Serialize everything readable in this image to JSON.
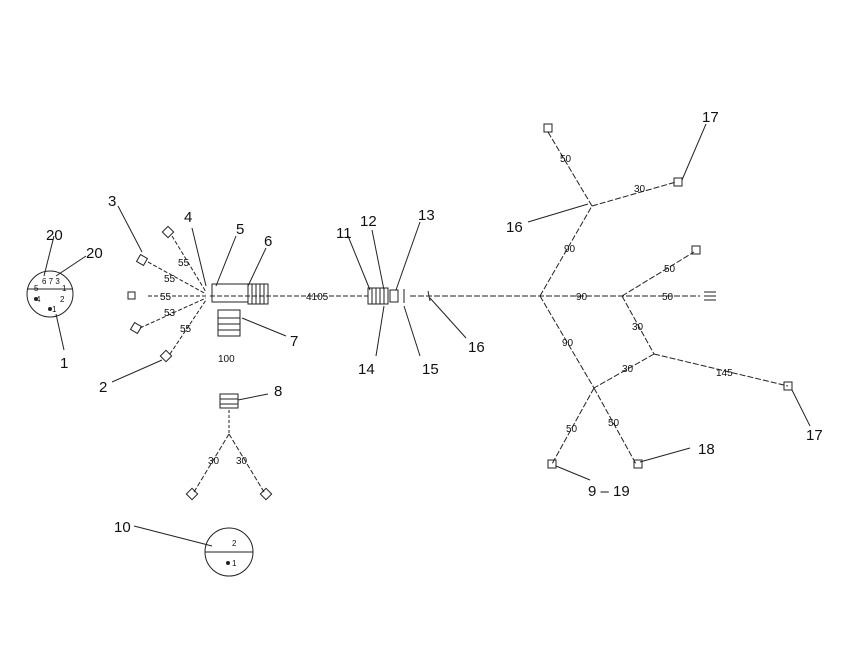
{
  "callouts": {
    "c1": "1",
    "c2": "2",
    "c3": "3",
    "c4": "4",
    "c5": "5",
    "c6": "6",
    "c7": "7",
    "c8": "8",
    "c10": "10",
    "c11": "11",
    "c12": "12",
    "c13": "13",
    "c14": "14",
    "c15": "15",
    "c16a": "16",
    "c16b": "16",
    "c17a": "17",
    "c17b": "17",
    "c18": "18",
    "c919": "9 – 19",
    "c20a": "20",
    "c20b": "20"
  },
  "lengths": {
    "l55a": "55",
    "l55b": "55",
    "l55c": "55",
    "l53": "53",
    "l55d": "55",
    "l4105": "4105",
    "l100": "100",
    "l30a": "30",
    "l30b": "30",
    "l50a": "50",
    "l30c": "30",
    "l90a": "90",
    "l50b": "50",
    "l90b": "90",
    "l50c": "50",
    "l30d": "30",
    "l90c": "90",
    "l30e": "30",
    "l145": "145",
    "l50d": "50",
    "l50e": "50"
  },
  "pins": {
    "big_top": "6 7 3",
    "big_mid_left": "5",
    "big_mid_right": "1",
    "big_low_left": "4",
    "big_low_right": "2",
    "big_bottom": "1",
    "small_top": "2",
    "small_bottom": "1"
  }
}
